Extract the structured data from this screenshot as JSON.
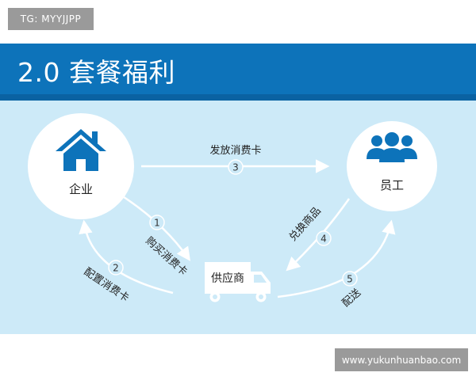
{
  "top_badge": "TG: MYYJJPP",
  "header": {
    "title": "2.0 套餐福利"
  },
  "nodes": {
    "enterprise": {
      "label": "企业"
    },
    "employee": {
      "label": "员工"
    },
    "supplier": {
      "label": "供应商"
    }
  },
  "flows": [
    {
      "step": "1",
      "label": "购买消费卡"
    },
    {
      "step": "2",
      "label": "配置消费卡"
    },
    {
      "step": "3",
      "label": "发放消费卡"
    },
    {
      "step": "4",
      "label": "兑换商品"
    },
    {
      "step": "5",
      "label": "配送"
    }
  ],
  "watermark": "www.yukunhuanbao.com",
  "colors": {
    "header_bg": "#0d73ba",
    "panel_bg": "#cdeaf8",
    "icon": "#0d73ba",
    "arrow": "#ffffff"
  }
}
